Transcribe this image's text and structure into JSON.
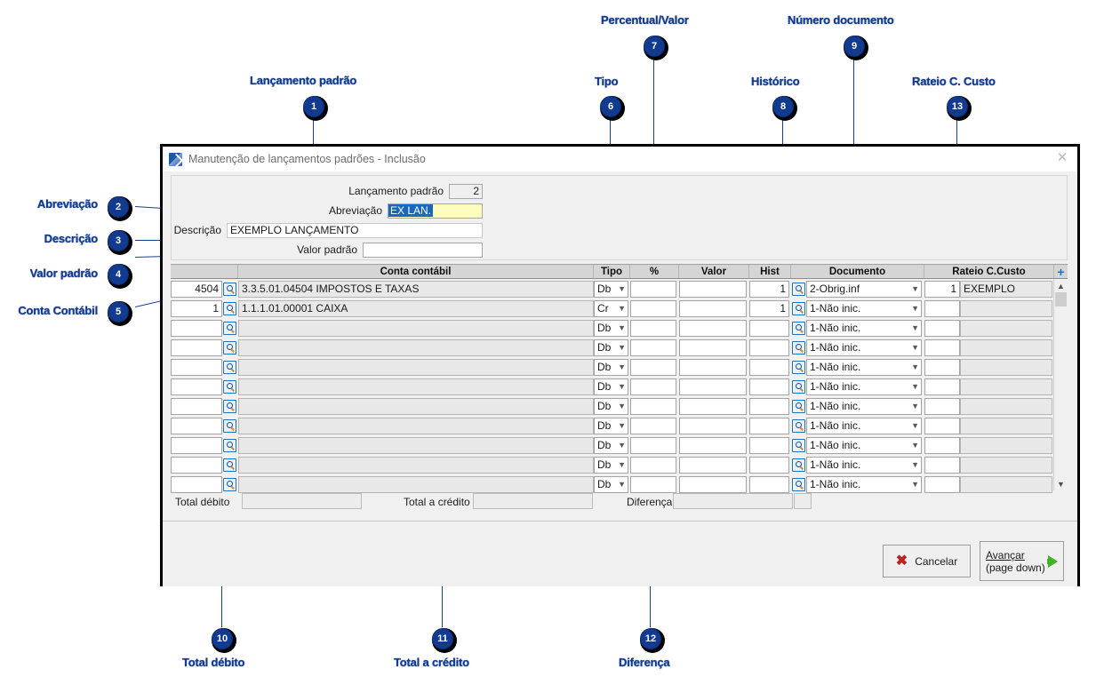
{
  "dialog": {
    "title": "Manutenção de lançamentos padrões - Inclusão",
    "icon": "app-icon",
    "close_label": "✕"
  },
  "form": {
    "fields": [
      {
        "label": "Lançamento padrão",
        "value": "2",
        "placeholder": ""
      },
      {
        "label": "Abreviação",
        "value": "EX LAN.",
        "placeholder": ""
      },
      {
        "label": "Descrição",
        "value": "EXEMPLO LANÇAMENTO",
        "placeholder": ""
      },
      {
        "label": "Valor padrão",
        "value": "",
        "placeholder": ""
      }
    ]
  },
  "grid": {
    "headers": [
      "",
      "Conta contábil",
      "Tipo",
      "%",
      "Valor",
      "Hist",
      "Documento",
      "Rateio C.Custo",
      "+"
    ],
    "add_icon": "plus-icon",
    "rows": [
      {
        "code": "4504",
        "account": "3.3.5.01.04504 IMPOSTOS E TAXAS",
        "tipo": "Db",
        "pct": "",
        "valor": "",
        "hist": "1",
        "documento": "2-Obrig.inf",
        "rateio_code": "1",
        "rateio": "EXEMPLO"
      },
      {
        "code": "1",
        "account": "1.1.1.01.00001 CAIXA",
        "tipo": "Cr",
        "pct": "",
        "valor": "",
        "hist": "1",
        "documento": "1-Não inic.",
        "rateio_code": "",
        "rateio": ""
      },
      {
        "code": "",
        "account": "",
        "tipo": "Db",
        "pct": "",
        "valor": "",
        "hist": "",
        "documento": "1-Não inic.",
        "rateio_code": "",
        "rateio": ""
      },
      {
        "code": "",
        "account": "",
        "tipo": "Db",
        "pct": "",
        "valor": "",
        "hist": "",
        "documento": "1-Não inic.",
        "rateio_code": "",
        "rateio": ""
      },
      {
        "code": "",
        "account": "",
        "tipo": "Db",
        "pct": "",
        "valor": "",
        "hist": "",
        "documento": "1-Não inic.",
        "rateio_code": "",
        "rateio": ""
      },
      {
        "code": "",
        "account": "",
        "tipo": "Db",
        "pct": "",
        "valor": "",
        "hist": "",
        "documento": "1-Não inic.",
        "rateio_code": "",
        "rateio": ""
      },
      {
        "code": "",
        "account": "",
        "tipo": "Db",
        "pct": "",
        "valor": "",
        "hist": "",
        "documento": "1-Não inic.",
        "rateio_code": "",
        "rateio": ""
      },
      {
        "code": "",
        "account": "",
        "tipo": "Db",
        "pct": "",
        "valor": "",
        "hist": "",
        "documento": "1-Não inic.",
        "rateio_code": "",
        "rateio": ""
      },
      {
        "code": "",
        "account": "",
        "tipo": "Db",
        "pct": "",
        "valor": "",
        "hist": "",
        "documento": "1-Não inic.",
        "rateio_code": "",
        "rateio": ""
      },
      {
        "code": "",
        "account": "",
        "tipo": "Db",
        "pct": "",
        "valor": "",
        "hist": "",
        "documento": "1-Não inic.",
        "rateio_code": "",
        "rateio": ""
      },
      {
        "code": "",
        "account": "",
        "tipo": "Db",
        "pct": "",
        "valor": "",
        "hist": "",
        "documento": "1-Não inic.",
        "rateio_code": "",
        "rateio": ""
      }
    ],
    "tipo_options": [
      "Db",
      "Cr"
    ],
    "documento_options": [
      "1-Não inic.",
      "2-Obrig.inf"
    ],
    "scroll_up_icon": "chevron-up-icon",
    "scroll_down_icon": "chevron-down-icon"
  },
  "totals": {
    "debito_label": "Total débito",
    "debito_value": "",
    "credito_label": "Total a crédito",
    "credito_value": "",
    "diferenca_label": "Diferença",
    "diferenca_value": ""
  },
  "footer": {
    "cancel_label": "Cancelar",
    "next_label_line1": "Avançar",
    "next_label_line2": "(page down)"
  },
  "annotations": [
    {
      "n": "1",
      "label": "Lançamento padrão"
    },
    {
      "n": "2",
      "label": "Abreviação"
    },
    {
      "n": "3",
      "label": "Descrição"
    },
    {
      "n": "4",
      "label": "Valor padrão"
    },
    {
      "n": "5",
      "label": "Conta Contábil"
    },
    {
      "n": "6",
      "label": "Tipo"
    },
    {
      "n": "7",
      "label": "Percentual/Valor"
    },
    {
      "n": "8",
      "label": "Histórico"
    },
    {
      "n": "9",
      "label": "Número documento"
    },
    {
      "n": "10",
      "label": "Total débito"
    },
    {
      "n": "11",
      "label": "Total a crédito"
    },
    {
      "n": "12",
      "label": "Diferença"
    },
    {
      "n": "13",
      "label": "Rateio C. Custo"
    }
  ],
  "colors": {
    "accent": "#123a8f",
    "highlight": "#1867c0",
    "yellow_field": "#fdfbbd",
    "cancel_red": "#c0201e",
    "next_green": "#3fb324"
  }
}
